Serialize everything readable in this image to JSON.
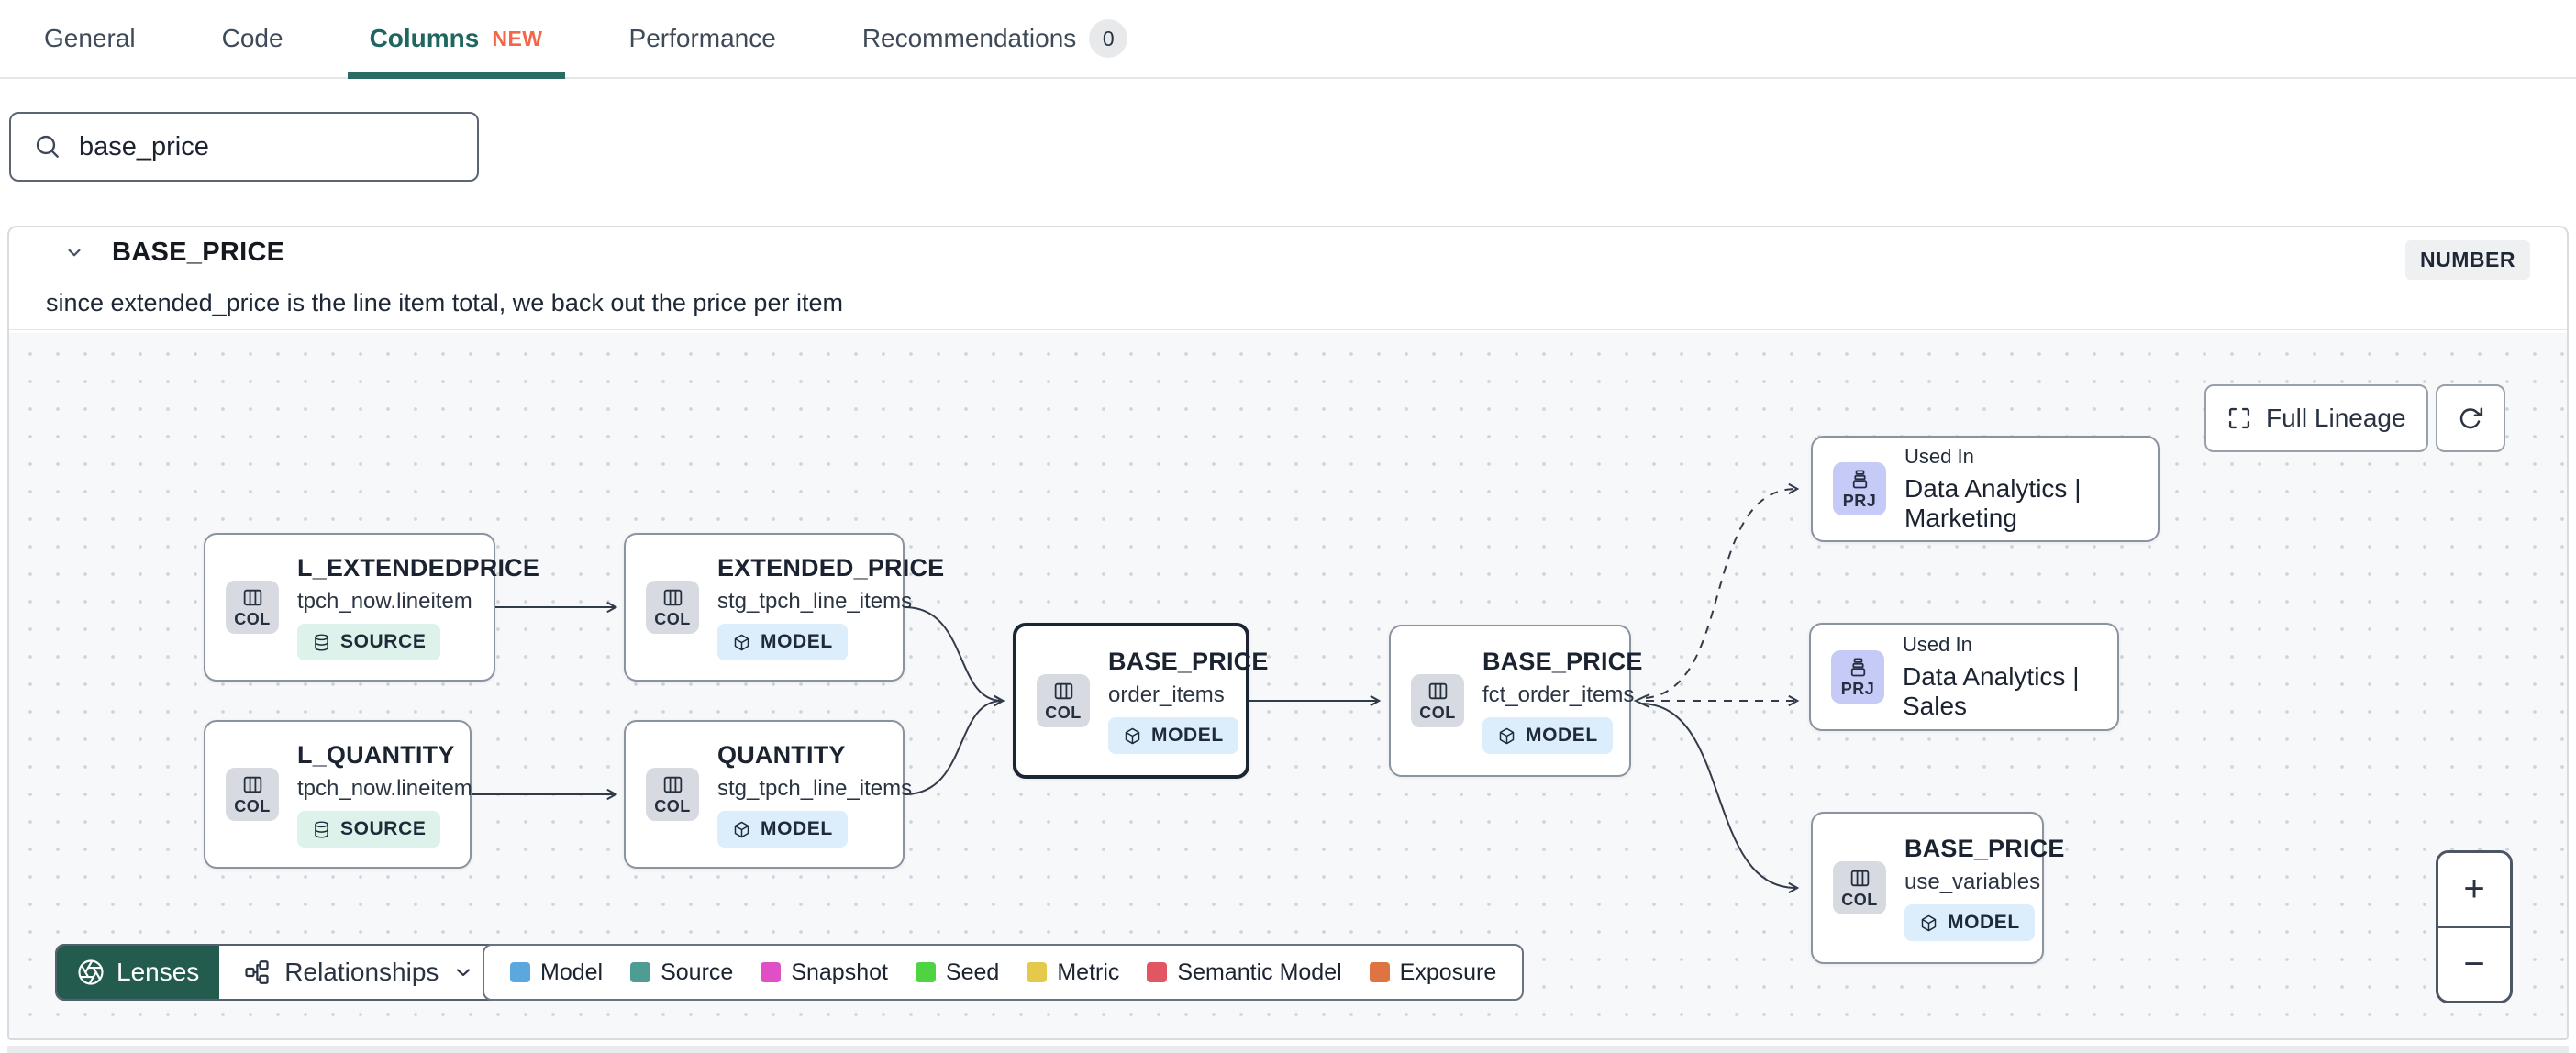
{
  "tabs": [
    {
      "label": "General"
    },
    {
      "label": "Code"
    },
    {
      "label": "Columns",
      "badge": "NEW"
    },
    {
      "label": "Performance"
    },
    {
      "label": "Recommendations",
      "count": "0"
    }
  ],
  "search": {
    "value": "base_price"
  },
  "column_panel": {
    "name": "BASE_PRICE",
    "type": "NUMBER",
    "description": "since extended_price is the line item total, we back out the price per item"
  },
  "lineage": {
    "full_lineage_label": "Full Lineage",
    "zoom_in": "+",
    "zoom_out": "−",
    "toolbar": {
      "lenses": "Lenses",
      "relationships": "Relationships"
    },
    "legend": [
      {
        "label": "Model",
        "color": "#5CA8DE"
      },
      {
        "label": "Source",
        "color": "#4F9C94"
      },
      {
        "label": "Snapshot",
        "color": "#E14FC6"
      },
      {
        "label": "Seed",
        "color": "#4ED442"
      },
      {
        "label": "Metric",
        "color": "#E5C94B"
      },
      {
        "label": "Semantic Model",
        "color": "#E25563"
      },
      {
        "label": "Exposure",
        "color": "#DF7443"
      }
    ],
    "colors": {
      "badge_source_bg": "#DDF2EA",
      "badge_model_bg": "#DCEDFB",
      "chip_col_bg": "#D7DAE0",
      "chip_prj_bg": "#C5CAF7",
      "lenses_green": "#235C4E",
      "accent_teal": "#1E665F",
      "new_badge_color": "#F4654A"
    },
    "icons": {
      "col_chip": "columns-icon",
      "prj_chip": "project-icon",
      "source_badge": "database-icon",
      "model_badge": "cube-icon",
      "lenses": "aperture-icon",
      "relationships": "graph-icon"
    },
    "nodes": [
      {
        "chip": "COL",
        "title": "L_EXTENDEDPRICE",
        "subtitle": "tpch_now.lineitem",
        "badge": "SOURCE"
      },
      {
        "chip": "COL",
        "title": "L_QUANTITY",
        "subtitle": "tpch_now.lineitem",
        "badge": "SOURCE"
      },
      {
        "chip": "COL",
        "title": "EXTENDED_PRICE",
        "subtitle": "stg_tpch_line_items",
        "badge": "MODEL"
      },
      {
        "chip": "COL",
        "title": "QUANTITY",
        "subtitle": "stg_tpch_line_items",
        "badge": "MODEL"
      },
      {
        "chip": "COL",
        "title": "BASE_PRICE",
        "subtitle": "order_items",
        "badge": "MODEL",
        "selected": true
      },
      {
        "chip": "COL",
        "title": "BASE_PRICE",
        "subtitle": "fct_order_items",
        "badge": "MODEL"
      },
      {
        "chip": "PRJ",
        "kicker": "Used In",
        "title": "Data Analytics | Marketing"
      },
      {
        "chip": "PRJ",
        "kicker": "Used In",
        "title": "Data Analytics | Sales"
      },
      {
        "chip": "COL",
        "title": "BASE_PRICE",
        "subtitle": "use_variables",
        "badge": "MODEL"
      }
    ]
  }
}
